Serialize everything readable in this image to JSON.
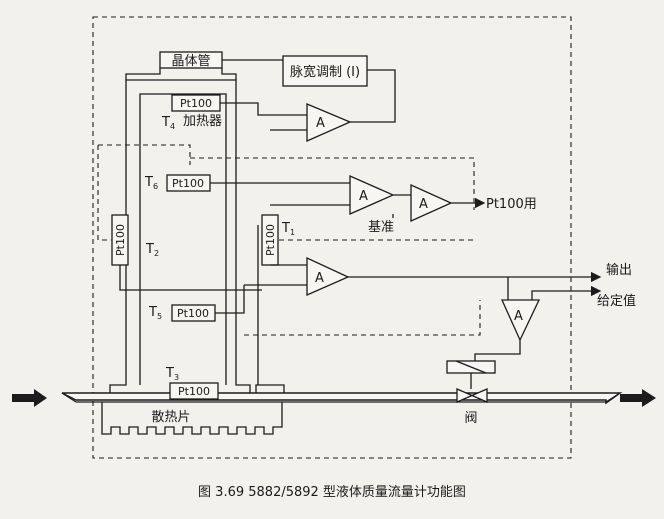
{
  "diagram": {
    "crystal_label": "晶体管",
    "pwm_label": "脉宽调制 (I)",
    "pt100_sensor_label": "Pt100",
    "heater_label": "加热器",
    "t4": "T",
    "t4_sub": "4",
    "t6": "T",
    "t6_sub": "6",
    "t2": "T",
    "t2_sub": "2",
    "t1": "T",
    "t1_sub": "1",
    "t5": "T",
    "t5_sub": "5",
    "t3": "T",
    "t3_sub": "3",
    "amp_label": "A",
    "reference_label": "基准",
    "pt100_use_label": "Pt100用",
    "output_label": "输出",
    "setpoint_label": "给定值",
    "heatsink_label": "散热片",
    "valve_label": "阀"
  },
  "caption": "图 3.69    5882/5892 型液体质量流量计功能图"
}
